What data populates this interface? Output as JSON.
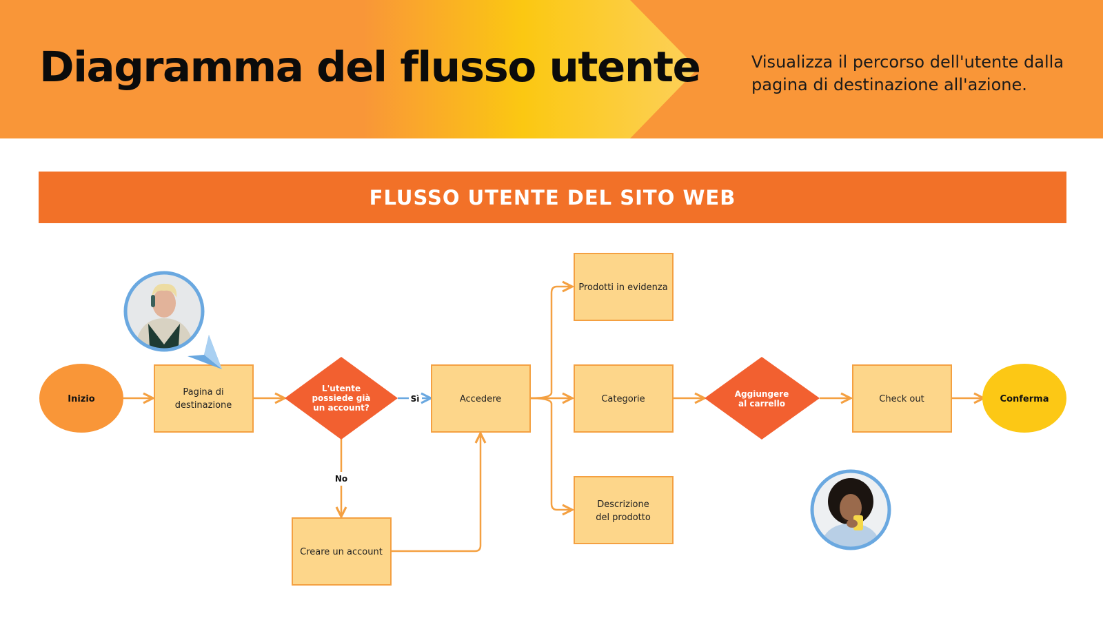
{
  "header": {
    "title": "Diagramma del flusso utente",
    "subtitle": "Visualizza il percorso dell'utente dalla pagina di destinazione all'azione."
  },
  "banner": {
    "label": "FLUSSO UTENTE DEL SITO WEB"
  },
  "nodes": {
    "start": "Inizio",
    "landing": [
      "Pagina di",
      "destinazione"
    ],
    "has_account": [
      "L'utente",
      "possiede già",
      "un account?"
    ],
    "login": "Accedere",
    "create_account": "Creare un account",
    "featured": "Prodotti in evidenza",
    "categories": "Categorie",
    "description": [
      "Descrizione",
      "del prodotto"
    ],
    "add_to_cart": [
      "Aggiungere",
      "al carrello"
    ],
    "checkout": "Check out",
    "confirm": "Conferma"
  },
  "edges": {
    "yes": "Sì",
    "no": "No"
  },
  "colors": {
    "header_bg": "#f99638",
    "gradient_yellow": "#fbc812",
    "banner_bg": "#f27128",
    "box_fill": "#fdd68a",
    "box_stroke": "#f4a041",
    "diamond_fill": "#f26030",
    "start_fill": "#f99638",
    "end_fill": "#fcc815",
    "arrow": "#f4a041",
    "yes_arrow": "#6aa8e0",
    "avatar_ring": "#6aa8e0"
  },
  "avatars": [
    {
      "name": "man-on-phone",
      "pointer_icon": "cursor-arrow-icon"
    },
    {
      "name": "man-with-mug"
    }
  ]
}
